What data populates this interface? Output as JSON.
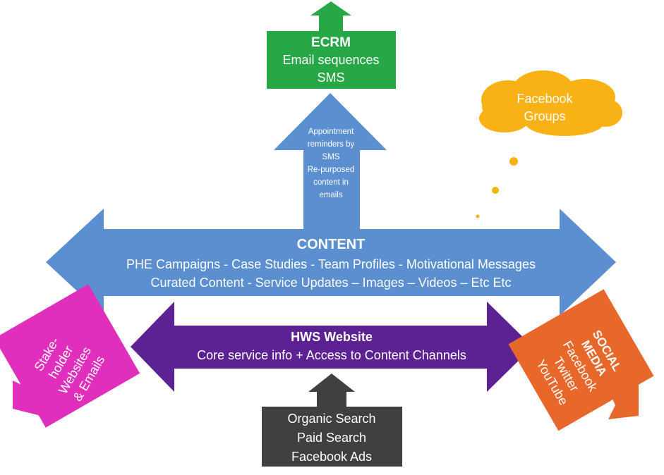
{
  "colors": {
    "content_blue": "#5b8fd0",
    "ecrm_green": "#27a745",
    "hws_purple": "#5c2293",
    "stakeholder_magenta": "#e02ebd",
    "social_orange": "#e8672a",
    "search_dark": "#404040",
    "facebook_cloud": "#f8b215"
  },
  "ecrm": {
    "title": "ECRM",
    "line1": "Email sequences",
    "line2": "SMS"
  },
  "appointment": {
    "lines": [
      "Appointment",
      "reminders by",
      "SMS",
      "Re-purposed",
      "content in",
      "emails"
    ]
  },
  "facebook_groups": {
    "line1": "Facebook",
    "line2": "Groups"
  },
  "content": {
    "title": "CONTENT",
    "line1": "PHE Campaigns - Case Studies - Team Profiles - Motivational Messages",
    "line2": "Curated Content  - Service Updates – Images – Videos – Etc Etc"
  },
  "hws": {
    "title": "HWS Website",
    "line1": "Core service info + Access to Content Channels"
  },
  "stakeholder": {
    "lines": [
      "Stake-",
      "holder",
      "Websites",
      "& Emails"
    ]
  },
  "social": {
    "lines": [
      "SOCIAL",
      "MEDIA",
      "Facebook",
      "Twitter",
      "YouTube"
    ]
  },
  "search": {
    "line1": "Organic Search",
    "line2": "Paid Search",
    "line3": "Facebook Ads"
  }
}
